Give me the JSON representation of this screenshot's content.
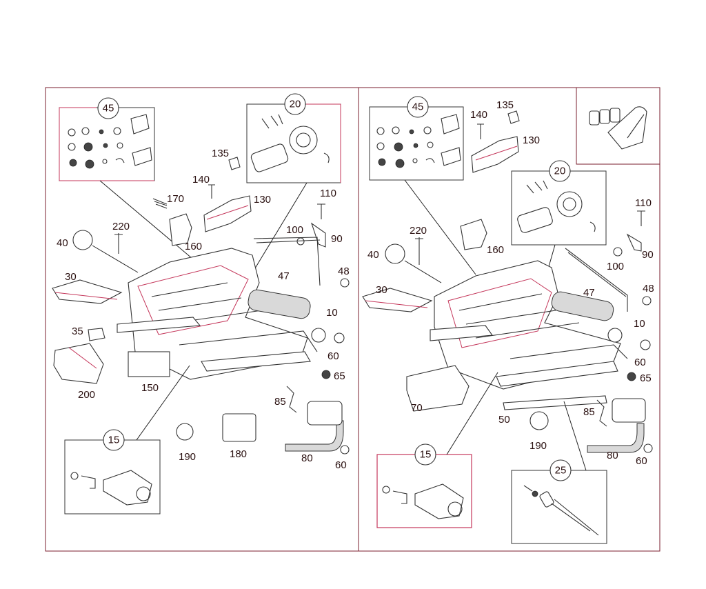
{
  "left_panel": {
    "callouts": [
      "45",
      "20",
      "15"
    ],
    "labels": [
      "135",
      "140",
      "170",
      "130",
      "110",
      "100",
      "90",
      "220",
      "40",
      "160",
      "47",
      "48",
      "30",
      "10",
      "35",
      "60",
      "65",
      "200",
      "150",
      "85",
      "190",
      "180",
      "80",
      "60"
    ]
  },
  "right_panel": {
    "callouts": [
      "45",
      "20",
      "15",
      "25"
    ],
    "labels": [
      "135",
      "140",
      "130",
      "110",
      "100",
      "90",
      "220",
      "40",
      "160",
      "47",
      "48",
      "30",
      "10",
      "60",
      "65",
      "70",
      "50",
      "85",
      "190",
      "80",
      "60"
    ]
  },
  "colors": {
    "frame": "#7a1e2c",
    "accent": "#c4365a",
    "line": "#333333"
  }
}
